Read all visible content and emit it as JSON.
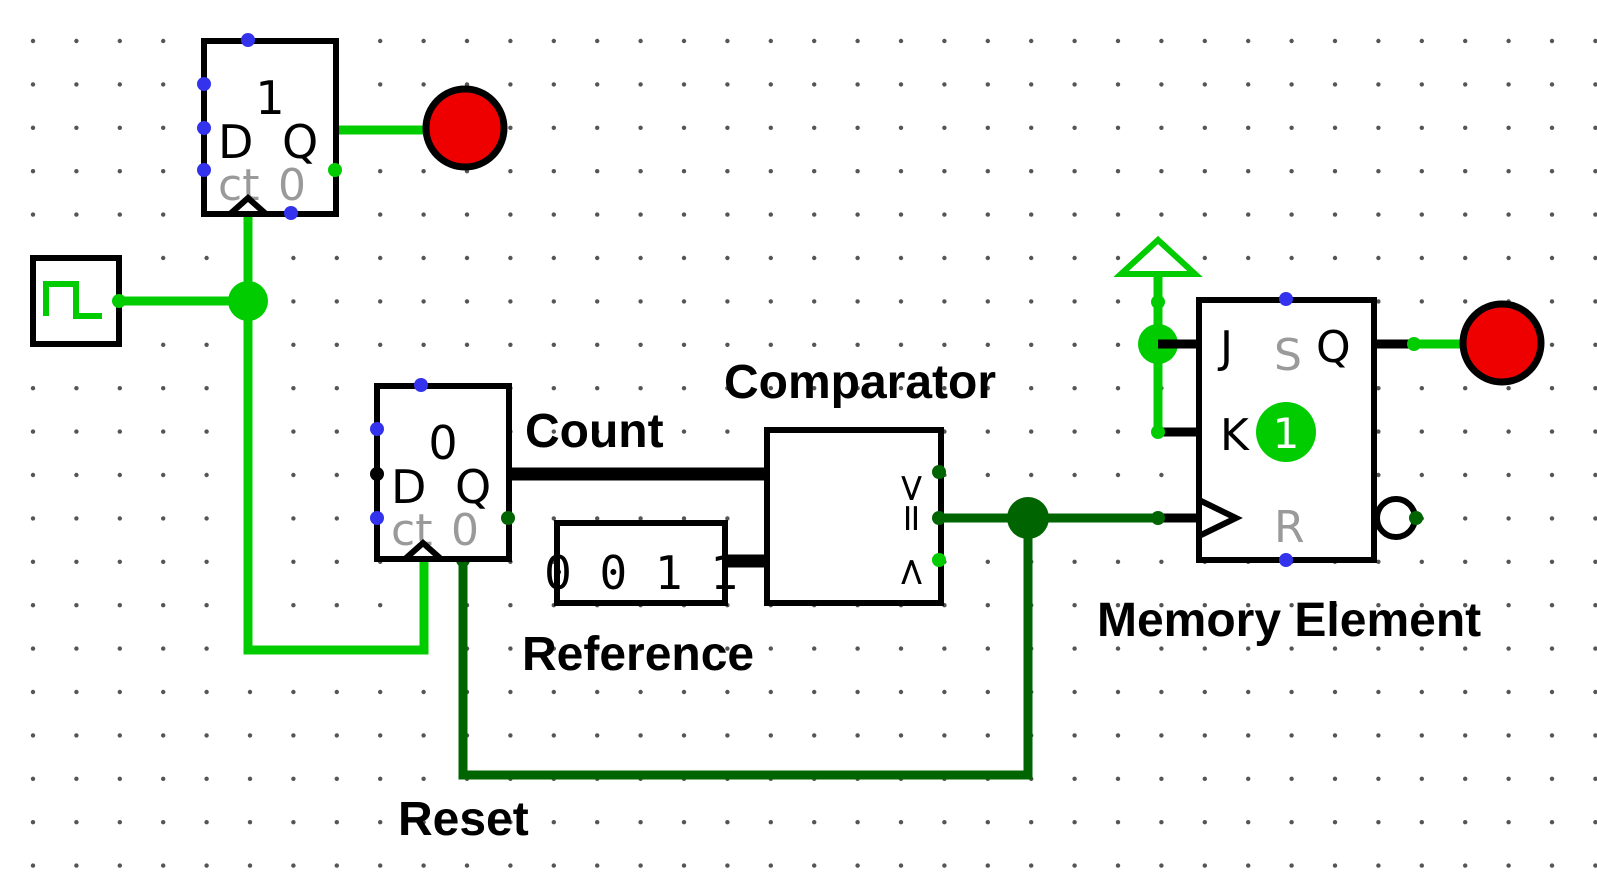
{
  "colors": {
    "wire_high": "#00cc00",
    "wire_low": "#006400",
    "bus": "#000000",
    "led_off": "#ee0000",
    "pin_dot": "#3333ee",
    "grid_dot": "#555555"
  },
  "labels": {
    "count": "Count",
    "comparator": "Comparator",
    "reference": "Reference",
    "memory_element": "Memory Element",
    "reset": "Reset"
  },
  "register_top": {
    "value": "1",
    "pin_d": "D",
    "pin_q": "Q",
    "pin_ct": "ct",
    "pin_zero": "0"
  },
  "register_counter": {
    "value": "0",
    "pin_d": "D",
    "pin_q": "Q",
    "pin_ct": "ct",
    "pin_zero": "0"
  },
  "reference_constant": {
    "value": "0 0 1 1"
  },
  "comparator": {
    "gt": ">",
    "eq": "=",
    "lt": "<"
  },
  "jk_flipflop": {
    "pin_j": "J",
    "pin_k": "K",
    "pin_s": "S",
    "pin_q": "Q",
    "pin_r": "R",
    "state": "1"
  },
  "icons": {
    "clock": "clock-source-icon",
    "power": "power-source-icon",
    "led": "led-output-icon"
  }
}
